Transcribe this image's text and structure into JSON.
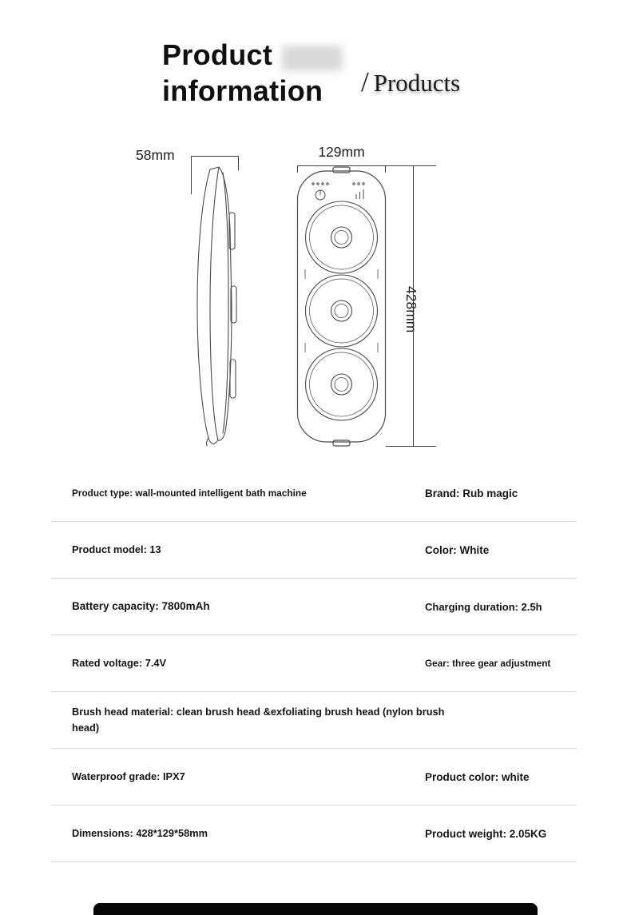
{
  "header": {
    "title_line1": "Product",
    "title_line2": "information",
    "slash": "/",
    "category": "Products"
  },
  "diagram": {
    "icons": [
      "power-icon",
      "intensity-bars-icon"
    ],
    "line_color": "#4a4a4a"
  },
  "dimensions": {
    "depth": "58mm",
    "width": "129mm",
    "height": "428mm"
  },
  "specs": [
    {
      "left": "Product type: wall-mounted intelligent bath machine",
      "right": "Brand: Rub magic"
    },
    {
      "left": "Product model: 13",
      "right": "Color: White"
    },
    {
      "left": "Battery capacity: 7800mAh",
      "right": "Charging duration: 2.5h"
    },
    {
      "left": "Rated voltage: 7.4V",
      "right": "Gear: three gear adjustment"
    },
    {
      "left": "Brush head material: clean brush head &exfoliating brush head (nylon brush head)",
      "right": ""
    },
    {
      "left": "Waterproof grade: IPX7",
      "right": "Product color: white"
    },
    {
      "left": "Dimensions: 428*129*58mm",
      "right": "Product weight: 2.05KG"
    }
  ],
  "colors": {
    "divider": "#d8d8d8",
    "drawing_line": "#4a4a4a",
    "footer_bar": "#060606"
  }
}
